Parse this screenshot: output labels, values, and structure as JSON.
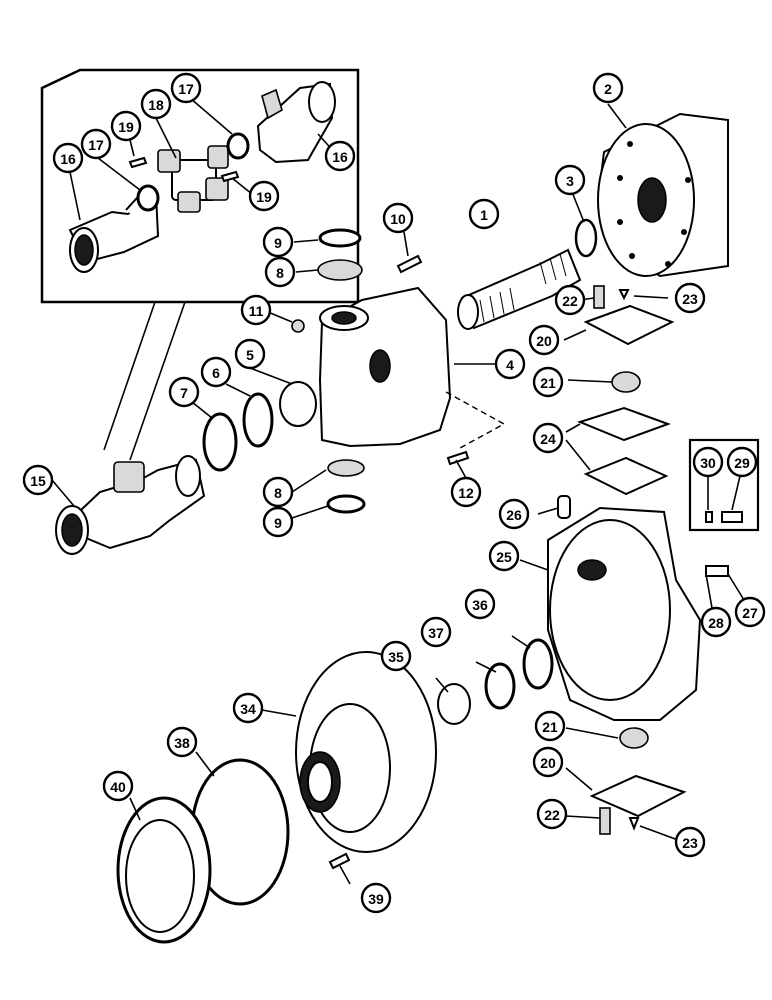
{
  "diagram": {
    "callouts": [
      {
        "id": "c1",
        "label": "1"
      },
      {
        "id": "c2",
        "label": "2"
      },
      {
        "id": "c3",
        "label": "3"
      },
      {
        "id": "c4",
        "label": "4"
      },
      {
        "id": "c5",
        "label": "5"
      },
      {
        "id": "c6",
        "label": "6"
      },
      {
        "id": "c7",
        "label": "7"
      },
      {
        "id": "c8a",
        "label": "8"
      },
      {
        "id": "c8b",
        "label": "8"
      },
      {
        "id": "c9a",
        "label": "9"
      },
      {
        "id": "c9b",
        "label": "9"
      },
      {
        "id": "c10",
        "label": "10"
      },
      {
        "id": "c11",
        "label": "11"
      },
      {
        "id": "c12",
        "label": "12"
      },
      {
        "id": "c15",
        "label": "15"
      },
      {
        "id": "c16a",
        "label": "16"
      },
      {
        "id": "c16b",
        "label": "16"
      },
      {
        "id": "c17a",
        "label": "17"
      },
      {
        "id": "c17b",
        "label": "17"
      },
      {
        "id": "c18",
        "label": "18"
      },
      {
        "id": "c19a",
        "label": "19"
      },
      {
        "id": "c19b",
        "label": "19"
      },
      {
        "id": "c20a",
        "label": "20"
      },
      {
        "id": "c20b",
        "label": "20"
      },
      {
        "id": "c21a",
        "label": "21"
      },
      {
        "id": "c21b",
        "label": "21"
      },
      {
        "id": "c22a",
        "label": "22"
      },
      {
        "id": "c22b",
        "label": "22"
      },
      {
        "id": "c23a",
        "label": "23"
      },
      {
        "id": "c23b",
        "label": "23"
      },
      {
        "id": "c24",
        "label": "24"
      },
      {
        "id": "c25",
        "label": "25"
      },
      {
        "id": "c26",
        "label": "26"
      },
      {
        "id": "c27",
        "label": "27"
      },
      {
        "id": "c28",
        "label": "28"
      },
      {
        "id": "c29",
        "label": "29"
      },
      {
        "id": "c30",
        "label": "30"
      },
      {
        "id": "c34",
        "label": "34"
      },
      {
        "id": "c35",
        "label": "35"
      },
      {
        "id": "c36",
        "label": "36"
      },
      {
        "id": "c37",
        "label": "37"
      },
      {
        "id": "c38",
        "label": "38"
      },
      {
        "id": "c39",
        "label": "39"
      },
      {
        "id": "c40",
        "label": "40"
      }
    ]
  }
}
